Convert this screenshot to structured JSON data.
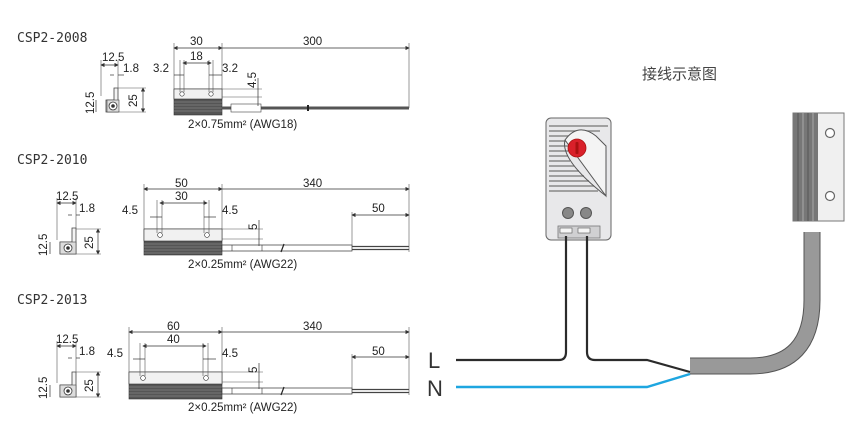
{
  "drawings": [
    {
      "model": "CSP2-2008",
      "side_view": {
        "width": "12.5",
        "thickness": "1.8",
        "height": "25",
        "base": "12.5"
      },
      "top_view": {
        "length": "30",
        "hole_spacing": "18",
        "left_edge": "3.2",
        "right_edge": "3.2",
        "hole_offset": "4.5",
        "cable_length": "300"
      },
      "wire_spec": "2×0.75mm² (AWG18)"
    },
    {
      "model": "CSP2-2010",
      "side_view": {
        "width": "12.5",
        "thickness": "1.8",
        "height": "25",
        "base": "12.5"
      },
      "top_view": {
        "length": "50",
        "hole_spacing": "30",
        "left_edge": "4.5",
        "right_edge": "4.5",
        "hole_offset": "5",
        "cable_length": "340",
        "strip_length": "50"
      },
      "wire_spec": "2×0.25mm² (AWG22)"
    },
    {
      "model": "CSP2-2013",
      "side_view": {
        "width": "12.5",
        "thickness": "1.8",
        "height": "25",
        "base": "12.5"
      },
      "top_view": {
        "length": "60",
        "hole_spacing": "40",
        "left_edge": "4.5",
        "right_edge": "4.5",
        "hole_offset": "5",
        "cable_length": "340",
        "strip_length": "50"
      },
      "wire_spec": "2×0.25mm² (AWG22)"
    }
  ],
  "wiring": {
    "title": "接线示意图",
    "line_label": "L",
    "neutral_label": "N",
    "colors": {
      "live_wire": "#2b2b2b",
      "neutral_wire": "#1ea6e0",
      "thermostat_knob": "#d9202a",
      "cable": "#999999"
    }
  }
}
